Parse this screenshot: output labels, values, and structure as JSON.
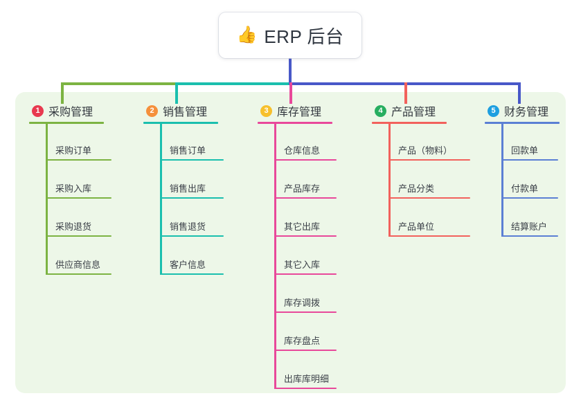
{
  "root": {
    "icon": "thumbs-up-icon",
    "icon_glyph": "👍",
    "title": "ERP 后台"
  },
  "panel": {
    "background_color": "#edf7e8"
  },
  "columns": [
    {
      "index": "1",
      "title": "采购管理",
      "badge_color": "#e8394f",
      "line_color": "#7cb342",
      "connector_color": "#7cb342",
      "items": [
        "采购订单",
        "采购入库",
        "采购退货",
        "供应商信息"
      ]
    },
    {
      "index": "2",
      "title": "销售管理",
      "badge_color": "#f5903c",
      "line_color": "#1abfae",
      "connector_color": "#1abfae",
      "items": [
        "销售订单",
        "销售出库",
        "销售退货",
        "客户信息"
      ]
    },
    {
      "index": "3",
      "title": "库存管理",
      "badge_color": "#f7c02c",
      "line_color": "#e8489a",
      "connector_color": "#e8489a",
      "items": [
        "仓库信息",
        "产品库存",
        "其它出库",
        "其它入库",
        "库存调拨",
        "库存盘点",
        "出库库明细"
      ]
    },
    {
      "index": "4",
      "title": "产品管理",
      "badge_color": "#27ae60",
      "line_color": "#f2615c",
      "connector_color": "#f2615c",
      "items": [
        "产品（物料）",
        "产品分类",
        "产品单位"
      ]
    },
    {
      "index": "5",
      "title": "财务管理",
      "badge_color": "#1e9fe0",
      "line_color": "#5b7fd4",
      "connector_color": "#4858c8",
      "items": [
        "回款单",
        "付款单",
        "结算账户"
      ]
    }
  ],
  "connectors": {
    "trunk_color": "#4858c8",
    "bar_segments": [
      {
        "color": "#7cb342"
      },
      {
        "color": "#1abfae"
      },
      {
        "color": "#4858c8"
      }
    ]
  }
}
